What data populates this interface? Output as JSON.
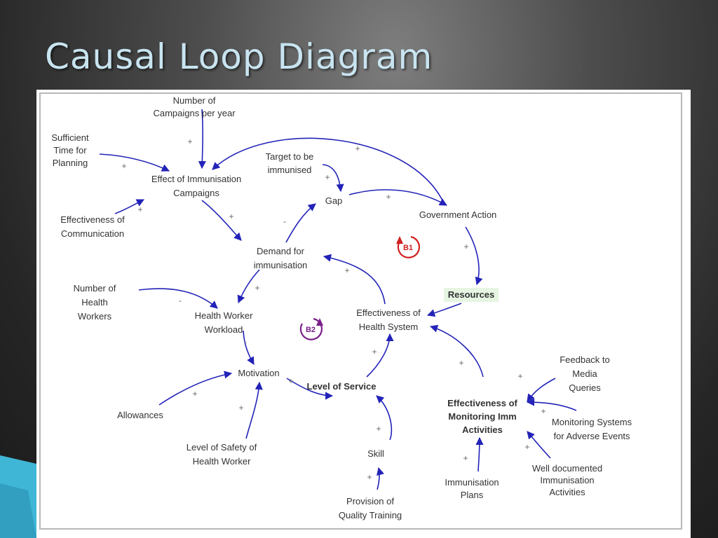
{
  "title": "Causal Loop Diagram",
  "colors": {
    "arrow": "#2323b8",
    "loop_b1": "#d02020",
    "loop_b2": "#7a1f8a",
    "level_of_service": "#8b0000",
    "resources": "#1e7a1e",
    "resources_bg": "#e6f5e2",
    "monitoring": "#1a2a8a",
    "accent": "#3fb6d6"
  },
  "nodes": [
    {
      "id": "number_of_campaigns",
      "lines": [
        "Number of",
        "Campaigns per year"
      ]
    },
    {
      "id": "sufficient_time",
      "lines": [
        "Sufficient",
        "Time for",
        "Planning"
      ]
    },
    {
      "id": "effect_of_campaigns",
      "lines": [
        "Effect of Immunisation",
        "Campaigns"
      ]
    },
    {
      "id": "target_immunised",
      "lines": [
        "Target to be",
        "immunised"
      ]
    },
    {
      "id": "gap",
      "lines": [
        "Gap"
      ]
    },
    {
      "id": "government_action",
      "lines": [
        "Government Action"
      ]
    },
    {
      "id": "effectiveness_communication",
      "lines": [
        "Effectiveness of",
        "Communication"
      ]
    },
    {
      "id": "demand_for_immunisation",
      "lines": [
        "Demand for",
        "immunisation"
      ]
    },
    {
      "id": "number_of_health_workers",
      "lines": [
        "Number of",
        "Health",
        "Workers"
      ]
    },
    {
      "id": "health_worker_workload",
      "lines": [
        "Health Worker",
        "Workload"
      ]
    },
    {
      "id": "resources",
      "lines": [
        "Resources"
      ]
    },
    {
      "id": "effectiveness_health_system",
      "lines": [
        "Effectiveness of",
        "Health System"
      ]
    },
    {
      "id": "motivation",
      "lines": [
        "Motivation"
      ]
    },
    {
      "id": "level_of_service",
      "lines": [
        "Level of Service"
      ]
    },
    {
      "id": "allowances",
      "lines": [
        "Allowances"
      ]
    },
    {
      "id": "level_of_safety",
      "lines": [
        "Level of Safety of",
        "Health Worker"
      ]
    },
    {
      "id": "skill",
      "lines": [
        "Skill"
      ]
    },
    {
      "id": "provision_training",
      "lines": [
        "Provision of",
        "Quality Training"
      ]
    },
    {
      "id": "feedback_media",
      "lines": [
        "Feedback to",
        "Media",
        "Queries"
      ]
    },
    {
      "id": "effectiveness_monitoring",
      "lines": [
        "Effectiveness of",
        "Monitoring Imm",
        "Activities"
      ]
    },
    {
      "id": "monitoring_systems",
      "lines": [
        "Monitoring Systems",
        "for Adverse Events"
      ]
    },
    {
      "id": "immunisation_plans",
      "lines": [
        "Immunisation",
        "Plans"
      ]
    },
    {
      "id": "well_documented",
      "lines": [
        "Well documented",
        "Immunisation",
        "Activities"
      ]
    }
  ],
  "links": [
    {
      "from": "number_of_campaigns",
      "to": "effect_of_campaigns",
      "sign": "+"
    },
    {
      "from": "sufficient_time",
      "to": "effect_of_campaigns",
      "sign": "+"
    },
    {
      "from": "effectiveness_communication",
      "to": "effect_of_campaigns",
      "sign": "+"
    },
    {
      "from": "government_action",
      "to": "effect_of_campaigns",
      "sign": "+"
    },
    {
      "from": "effect_of_campaigns",
      "to": "demand_for_immunisation",
      "sign": "+"
    },
    {
      "from": "target_immunised",
      "to": "gap",
      "sign": "+"
    },
    {
      "from": "demand_for_immunisation",
      "to": "gap",
      "sign": "-"
    },
    {
      "from": "gap",
      "to": "government_action",
      "sign": "+"
    },
    {
      "from": "government_action",
      "to": "resources",
      "sign": "+"
    },
    {
      "from": "resources",
      "to": "effectiveness_health_system",
      "sign": ""
    },
    {
      "from": "effectiveness_health_system",
      "to": "demand_for_immunisation",
      "sign": "+"
    },
    {
      "from": "demand_for_immunisation",
      "to": "health_worker_workload",
      "sign": "+"
    },
    {
      "from": "number_of_health_workers",
      "to": "health_worker_workload",
      "sign": "-"
    },
    {
      "from": "health_worker_workload",
      "to": "motivation",
      "sign": "-"
    },
    {
      "from": "allowances",
      "to": "motivation",
      "sign": "+"
    },
    {
      "from": "level_of_safety",
      "to": "motivation",
      "sign": "+"
    },
    {
      "from": "motivation",
      "to": "level_of_service",
      "sign": "+"
    },
    {
      "from": "level_of_service",
      "to": "effectiveness_health_system",
      "sign": "+"
    },
    {
      "from": "skill",
      "to": "level_of_service",
      "sign": "+"
    },
    {
      "from": "provision_training",
      "to": "skill",
      "sign": "+"
    },
    {
      "from": "effectiveness_monitoring",
      "to": "effectiveness_health_system",
      "sign": "+"
    },
    {
      "from": "feedback_media",
      "to": "effectiveness_monitoring",
      "sign": "+"
    },
    {
      "from": "monitoring_systems",
      "to": "effectiveness_monitoring",
      "sign": "+"
    },
    {
      "from": "immunisation_plans",
      "to": "effectiveness_monitoring",
      "sign": "+"
    },
    {
      "from": "well_documented",
      "to": "effectiveness_monitoring",
      "sign": "+"
    }
  ],
  "loops": [
    {
      "id": "b1",
      "label": "B1"
    },
    {
      "id": "b2",
      "label": "B2"
    }
  ]
}
